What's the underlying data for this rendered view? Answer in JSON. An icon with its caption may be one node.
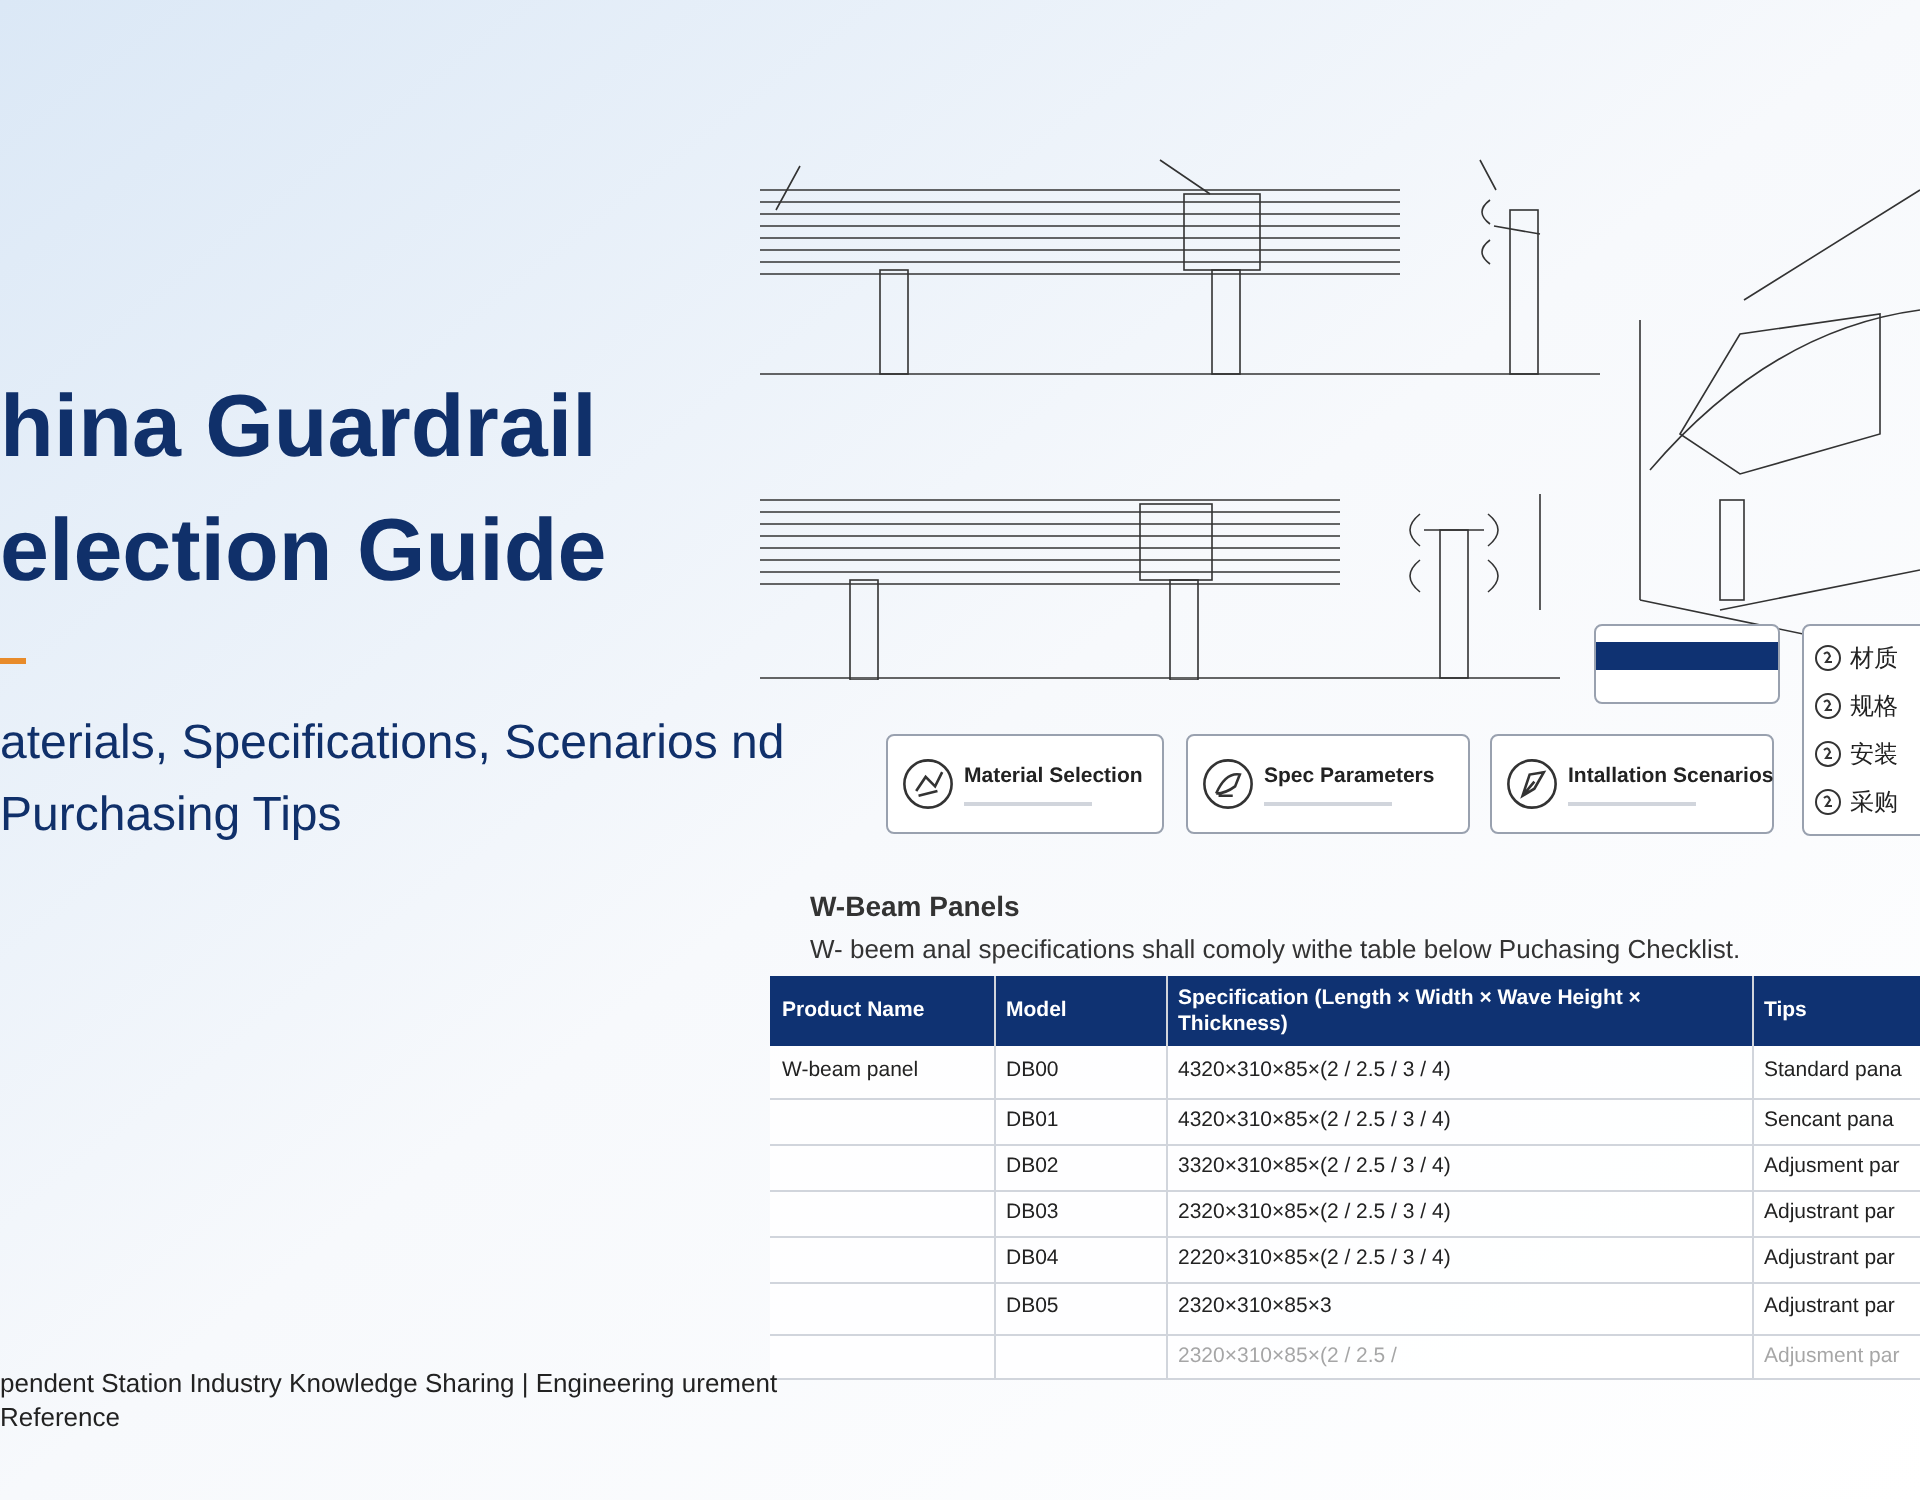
{
  "diagram": {
    "title": "hina Guardrail election Guide",
    "caption": "pendent Station Industry Knowledge Sharing | Engineering urement Reference",
    "nodes": [
      {
        "text": [
          "Material Selection"
        ]
      },
      {
        "text": [
          "Spec Parameters"
        ]
      },
      {
        "text": [
          "Intallation Scenarios"
        ]
      },
      {
        "text": [],
        "shape": "box"
      },
      {
        "text": [
          "材质",
          "规格",
          "安装",
          "采购"
        ]
      }
    ],
    "labels": [
      "aterials, Specifications, Scenarios nd Purchasing Tips",
      "W-Beam Panels",
      "W- beem anal specifications shall comoly withe table below Puchasing Checklist.",
      "Product Name",
      "Model",
      "Specification (Length × Width × Wave Height × Thickness)",
      "Tips",
      "W-beam panel",
      "DB00",
      "4320×310×85×(2 / 2.5 / 3 / 4)",
      "Standard pana",
      "DB01",
      "4320×310×85×(2 / 2.5 / 3 / 4)",
      "Sencant pana",
      "DB02",
      "3320×310×85×(2 / 2.5 / 3 / 4)",
      "Adjusment par",
      "DB03",
      "2320×310×85×(2 / 2.5 / 3 / 4)",
      "Adjustrant par",
      "DB04",
      "2220×310×85×(2 / 2.5 / 3 / 4)",
      "Adjustrant par",
      "DB05",
      "2320×310×85×3",
      "Adjustrant par",
      "2320×310×85×(2 / 2.5 /",
      "Adjusment par"
    ]
  }
}
